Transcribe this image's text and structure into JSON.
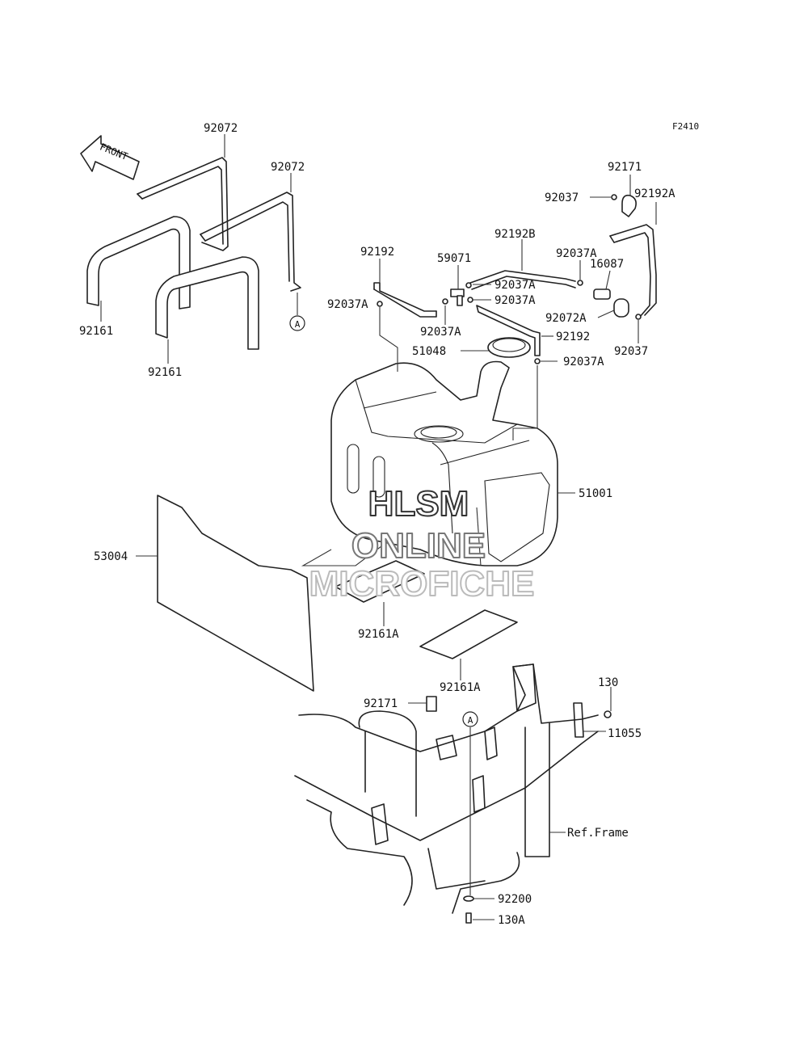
{
  "figure_code": "F2410",
  "front_arrow_text": "FRONT",
  "circle_marker": "A",
  "labels": {
    "p92072_a": "92072",
    "p92072_b": "92072",
    "p92161_a": "92161",
    "p92161_b": "92161",
    "p92037A_left": "92037A",
    "p92192_top": "92192",
    "p59071": "59071",
    "p92192B": "92192B",
    "p92037A_a": "92037A",
    "p92037A_b": "92037A",
    "p92037A_c": "92037A",
    "p92037A_d": "92037A",
    "p92037A_e": "92037A",
    "p16087": "16087",
    "p92171_top": "92171",
    "p92192A": "92192A",
    "p92037_a": "92037",
    "p92037_b": "92037",
    "p92072A": "92072A",
    "p92192_mid": "92192",
    "p51048": "51048",
    "p51001": "51001",
    "p53004": "53004",
    "p92161A_a": "92161A",
    "p92161A_b": "92161A",
    "p92171_bottom": "92171",
    "p130": "130",
    "p11055": "11055",
    "ref_frame": "Ref.Frame",
    "p92200": "92200",
    "p130A": "130A"
  },
  "watermark": {
    "line1": "HLSM",
    "line2": "ONLINE",
    "line3": "MICROFICHE"
  }
}
